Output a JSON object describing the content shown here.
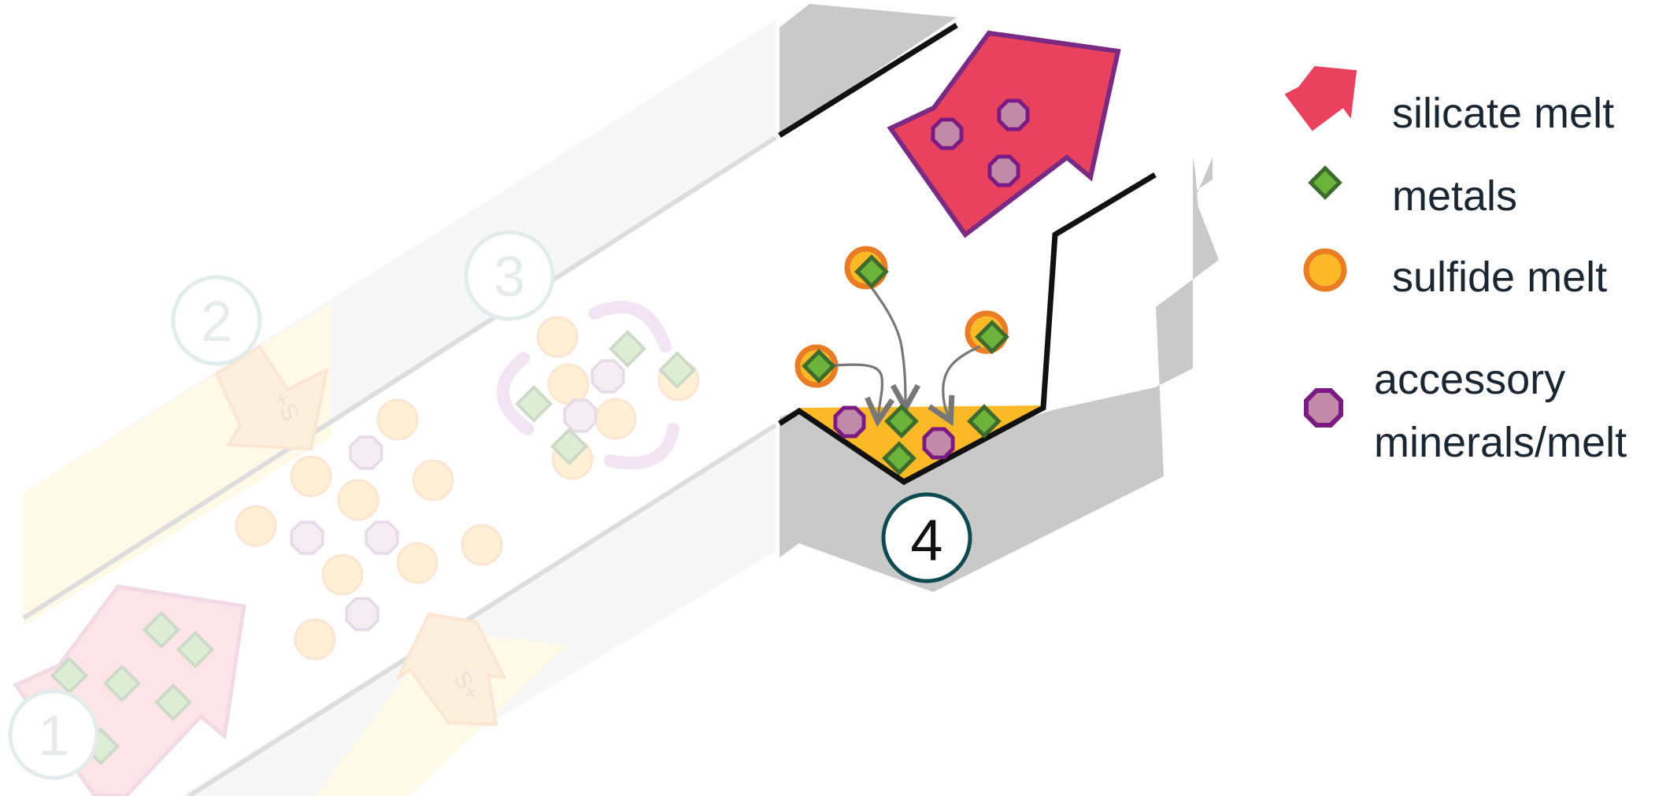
{
  "steps": [
    {
      "label": "1",
      "faded": true
    },
    {
      "label": "2",
      "faded": true
    },
    {
      "label": "3",
      "faded": true
    },
    {
      "label": "4",
      "faded": false
    }
  ],
  "faded_labels": {
    "sulfur_upper": "+S",
    "sulfur_lower": "S+"
  },
  "legend": [
    {
      "symbol": "silicate-melt-arrow-icon",
      "label": "silicate melt",
      "color": "#e8425f"
    },
    {
      "symbol": "metal-diamond-icon",
      "label": "metals",
      "color": "#6bb33a"
    },
    {
      "symbol": "sulfide-circle-icon",
      "label": "sulfide melt",
      "color": "#fbb827"
    },
    {
      "symbol": "accessory-octagon-icon",
      "label_lines": [
        "accessory",
        "minerals/melt"
      ],
      "color": "#c08aa8"
    }
  ],
  "colors": {
    "silicate": "#e8425f",
    "silicate_edge": "#7b2a83",
    "metal_fill": "#6bb33a",
    "metal_edge": "#3e6a2c",
    "sulfide_fill": "#fbb827",
    "sulfide_edge": "#e87d26",
    "accessory_fill": "#c08aa8",
    "accessory_edge": "#7b1a83",
    "rock": "#c9c9c9",
    "circle_edge": "#0f4a50"
  }
}
